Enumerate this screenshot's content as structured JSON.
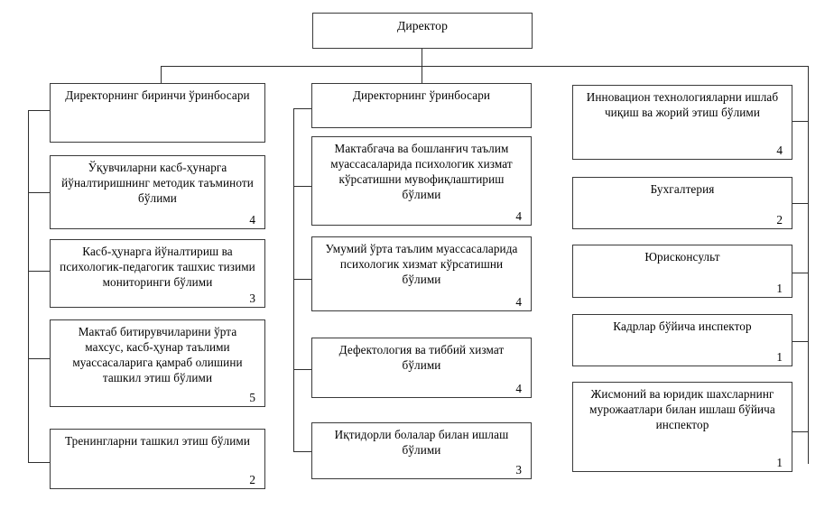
{
  "diagram": {
    "title_node": {
      "label": "Директор",
      "count": ""
    },
    "columns": [
      {
        "name": "first-deputy-column",
        "nodes": [
          {
            "label": "Директорнинг биринчи ўринбосари",
            "count": ""
          },
          {
            "label": "Ўқувчиларни касб-ҳунарга йўналтиришнинг методик таъминоти бўлими",
            "count": "4"
          },
          {
            "label": "Касб-ҳунарга йўналтириш ва психологик-педагогик ташхис тизими мониторинги бўлими",
            "count": "3"
          },
          {
            "label": "Мактаб битирувчиларини ўрта махсус, касб-ҳунар таълими муассасаларига қамраб олишини ташкил этиш бўлими",
            "count": "5"
          },
          {
            "label": "Тренингларни ташкил этиш бўлими",
            "count": "2"
          }
        ]
      },
      {
        "name": "deputy-column",
        "nodes": [
          {
            "label": "Директорнинг ўринбосари",
            "count": ""
          },
          {
            "label": "Мактабгача ва бошланғич таълим муассасаларида психологик хизмат кўрсатишни мувофиқлаштириш бўлими",
            "count": "4"
          },
          {
            "label": "Умумий ўрта таълим муассасаларида психологик хизмат кўрсатишни бўлими",
            "count": "4"
          },
          {
            "label": "Дефектология ва тиббий хизмат бўлими",
            "count": "4"
          },
          {
            "label": "Иқтидорли болалар билан ишлаш бўлими",
            "count": "3"
          }
        ]
      },
      {
        "name": "direct-report-column",
        "nodes": [
          {
            "label": "Инновацион технологияларни ишлаб чиқиш ва жорий этиш бўлими",
            "count": "4"
          },
          {
            "label": "Бухгалтерия",
            "count": "2"
          },
          {
            "label": "Юрисконсульт",
            "count": "1"
          },
          {
            "label": "Кадрлар бўйича инспектор",
            "count": "1"
          },
          {
            "label": "Жисмоний ва юридик шахсларнинг мурожаатлари билан ишлаш бўйича инспектор",
            "count": "1"
          }
        ]
      }
    ]
  },
  "colors": {
    "box_border": "#3a3a3a",
    "connector": "#2f2f2f",
    "background": "#ffffff",
    "text": "#000000"
  }
}
